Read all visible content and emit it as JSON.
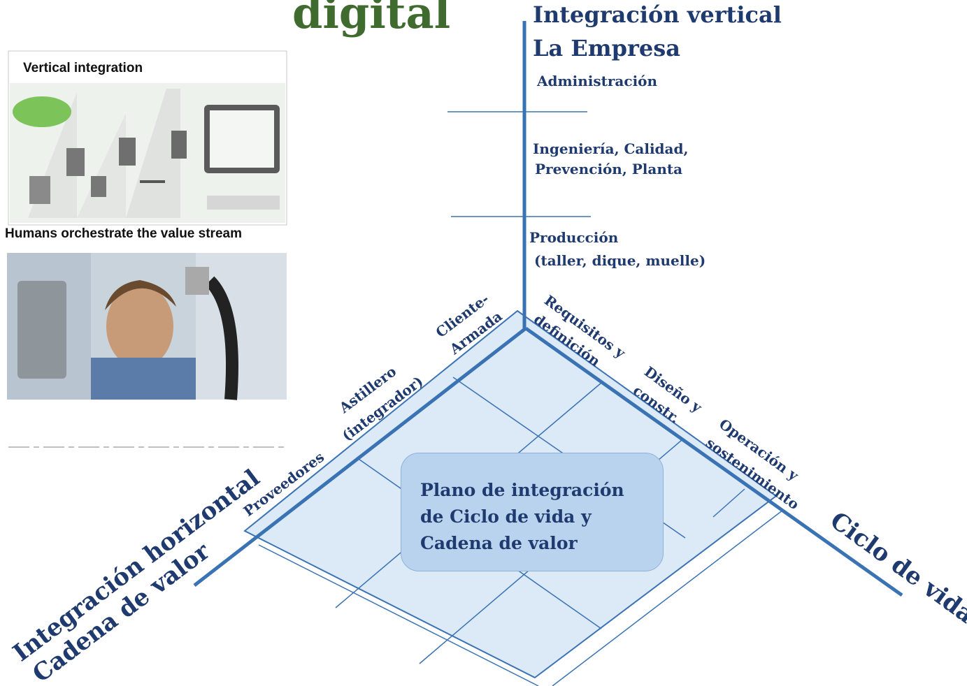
{
  "title": "digital",
  "vertical_axis": {
    "title_line1": "Integración vertical",
    "title_line2": "La Empresa",
    "levels": [
      "Administración",
      "Ingeniería, Calidad,",
      "Prevención, Planta",
      "Producción",
      "(taller, dique, muelle)"
    ]
  },
  "horizontal_axis": {
    "title_line1": "Integración horizontal",
    "title_line2": "Cadena de valor",
    "stages": [
      "Proveedores",
      "Astillero",
      "(integrador)",
      "Cliente-",
      "Armada"
    ]
  },
  "lifecycle_axis": {
    "title": "Ciclo de vida",
    "stages": [
      "Requisitos y",
      "definición",
      "Diseño y",
      "constr.",
      "Operación y",
      "sostenimiento"
    ]
  },
  "center": {
    "text": "Plano de integración\nde Ciclo de vida y\nCadena de valor"
  },
  "panel": {
    "label_top": "Vertical integration",
    "label_bottom": "Humans orchestrate the value stream"
  },
  "colors": {
    "axis": "#3a73b4",
    "text": "#1f3a6e",
    "title": "#3f6b2e",
    "plane": "#dce9f7",
    "center": "#b9d3ee"
  }
}
